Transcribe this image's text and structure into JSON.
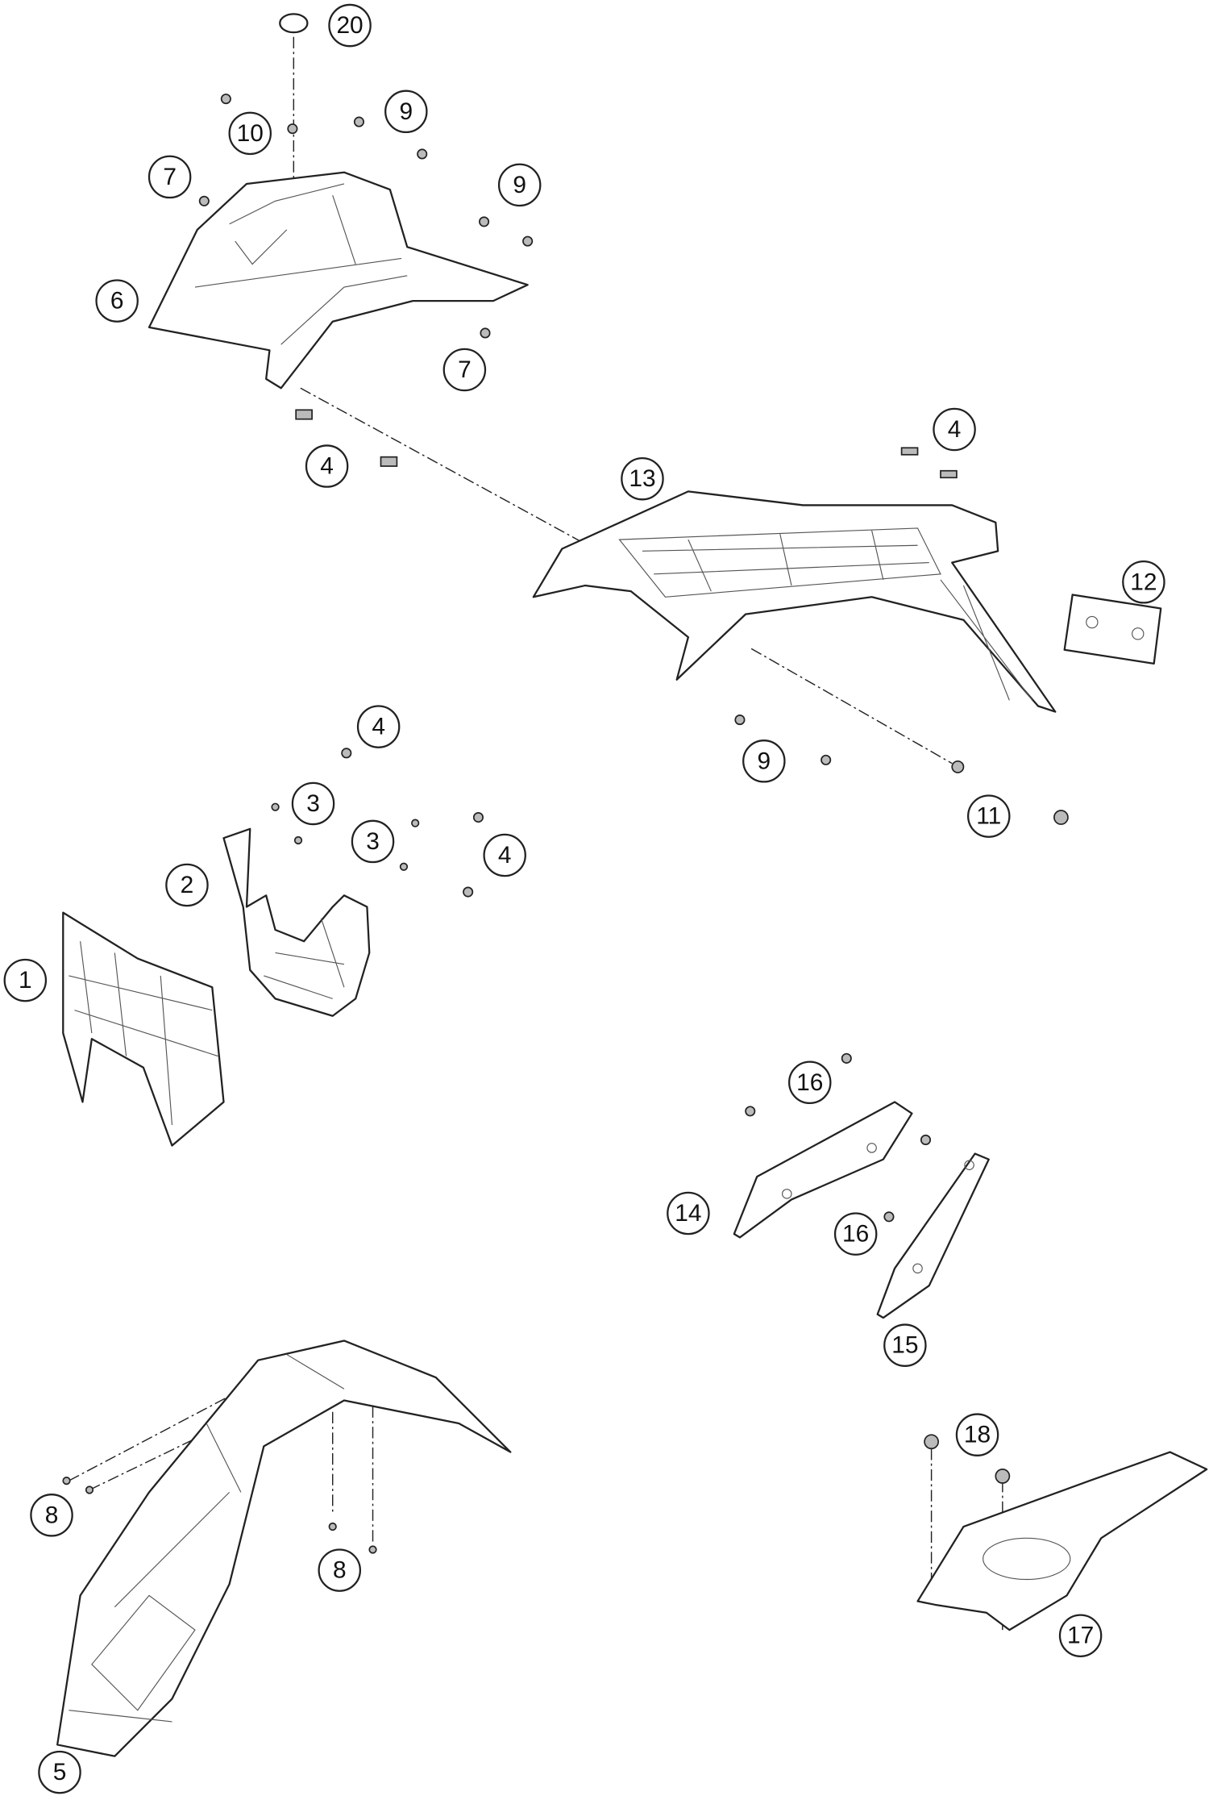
{
  "diagram": {
    "type": "exploded-parts-diagram",
    "callouts": [
      "20",
      "9",
      "10",
      "7",
      "9",
      "6",
      "7",
      "4",
      "4",
      "13",
      "12",
      "4",
      "3",
      "3",
      "4",
      "2",
      "1",
      "9",
      "11",
      "16",
      "14",
      "16",
      "15",
      "18",
      "8",
      "8",
      "17",
      "5"
    ]
  }
}
